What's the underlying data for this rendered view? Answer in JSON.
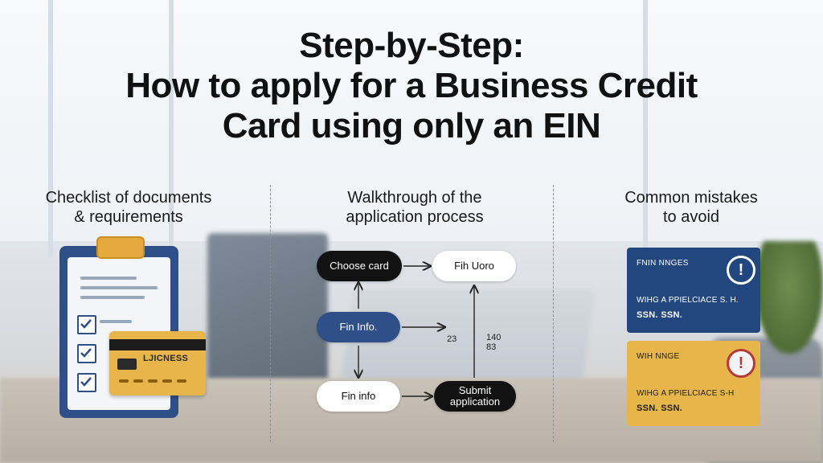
{
  "title": {
    "line1": "Step-by-Step:",
    "line2": "How to apply for a Business Credit",
    "line3": "Card using only an EIN"
  },
  "columns": {
    "checklist": {
      "line1": "Checklist of documents",
      "line2": "& requirements"
    },
    "walkthrough": {
      "line1": "Walkthrough of the",
      "line2": "application process"
    },
    "mistakes": {
      "line1": "Common mistakes",
      "line2": "to avoid"
    }
  },
  "card": {
    "label": "LJICNESS"
  },
  "flow": {
    "choose_card": "Choose card",
    "fin_uoro": "Fih Uoro",
    "fin_info_1": "Fin Info.",
    "fin_info_2": "Fin info",
    "submit_line1": "Submit",
    "submit_line2": "application",
    "num_23": "23",
    "num_140": "140",
    "num_83": "83"
  },
  "mistakes": [
    {
      "title": "FNIN NNGES",
      "line": "WIHG A PPIELCIACE S. H.",
      "line2": "SSN.  SSN.",
      "icon": "warning-icon"
    },
    {
      "title": "WIH NNGE",
      "line": "WIHG A PPIELCIACE S-H",
      "line2": "SSN.  SSN.",
      "icon": "warning-icon"
    }
  ],
  "colors": {
    "navy": "#2e4f87",
    "gold": "#e8b54a",
    "black": "#121212",
    "alert_red": "#b73a3a"
  }
}
